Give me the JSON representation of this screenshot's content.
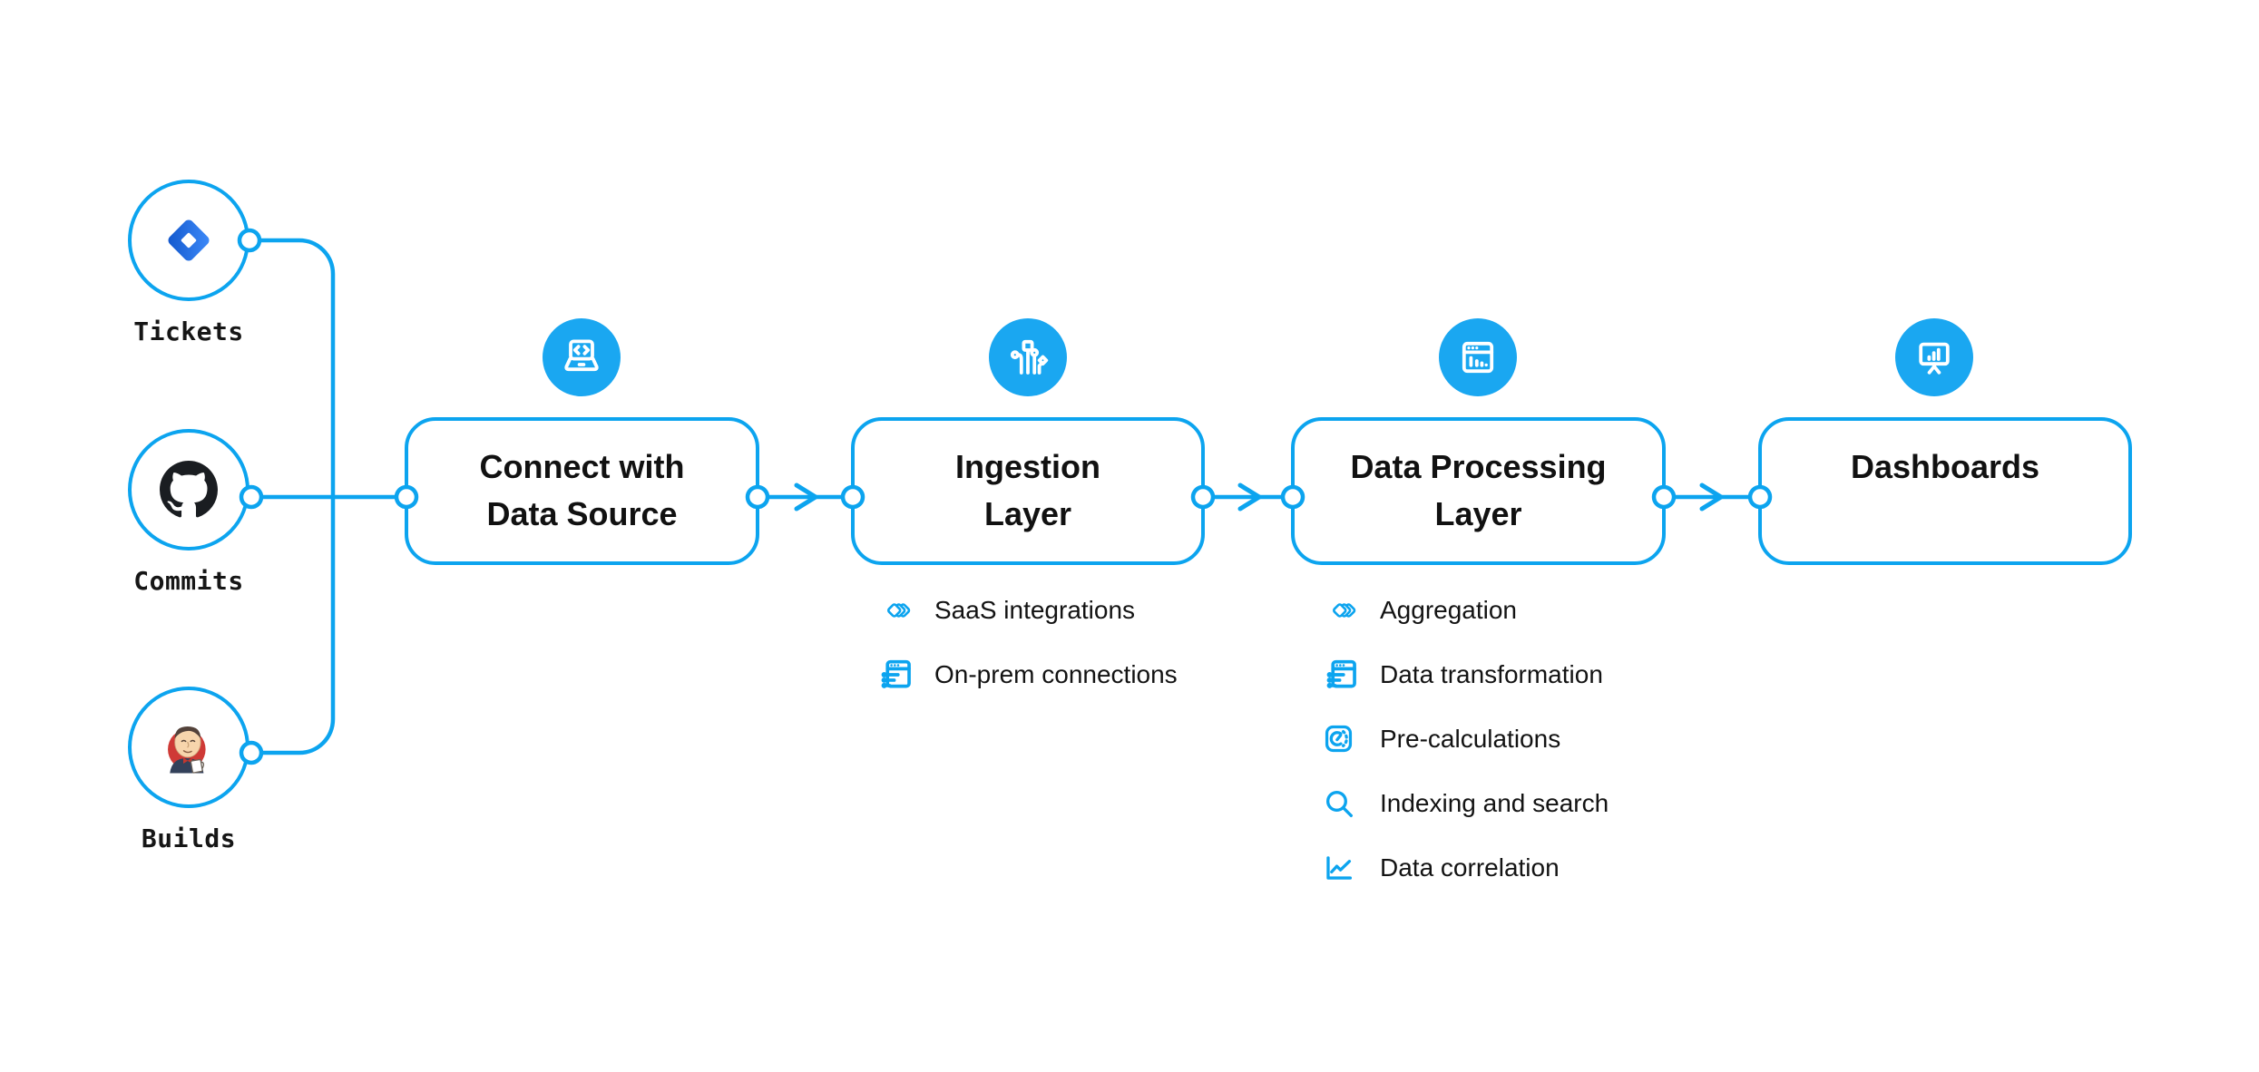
{
  "diagram": {
    "sources": [
      {
        "icon": "jira-icon",
        "label": "Tickets"
      },
      {
        "icon": "github-icon",
        "label": "Commits"
      },
      {
        "icon": "jenkins-icon",
        "label": "Builds"
      }
    ],
    "stages": [
      {
        "icon": "laptop-code-icon",
        "title_lines": [
          "Connect with",
          "Data Source"
        ],
        "features": []
      },
      {
        "icon": "circuit-icon",
        "title_lines": [
          "Ingestion",
          "Layer"
        ],
        "features": [
          {
            "icon": "diamonds-icon",
            "label": "SaaS integrations"
          },
          {
            "icon": "window-sliders-icon",
            "label": "On-prem connections"
          }
        ]
      },
      {
        "icon": "window-chart-icon",
        "title_lines": [
          "Data Processing",
          "Layer"
        ],
        "features": [
          {
            "icon": "diamonds-icon",
            "label": "Aggregation"
          },
          {
            "icon": "window-sliders-icon",
            "label": "Data transformation"
          },
          {
            "icon": "gauge-icon",
            "label": "Pre-calculations"
          },
          {
            "icon": "search-icon",
            "label": "Indexing and search"
          },
          {
            "icon": "line-chart-icon",
            "label": "Data correlation"
          }
        ]
      },
      {
        "icon": "presentation-chart-icon",
        "title_lines": [
          "Dashboards"
        ],
        "features": []
      }
    ],
    "colors": {
      "accent": "#0ca4ef",
      "icon_fill": "#1aa7f1",
      "ink": "#111111",
      "background": "#ffffff"
    }
  }
}
